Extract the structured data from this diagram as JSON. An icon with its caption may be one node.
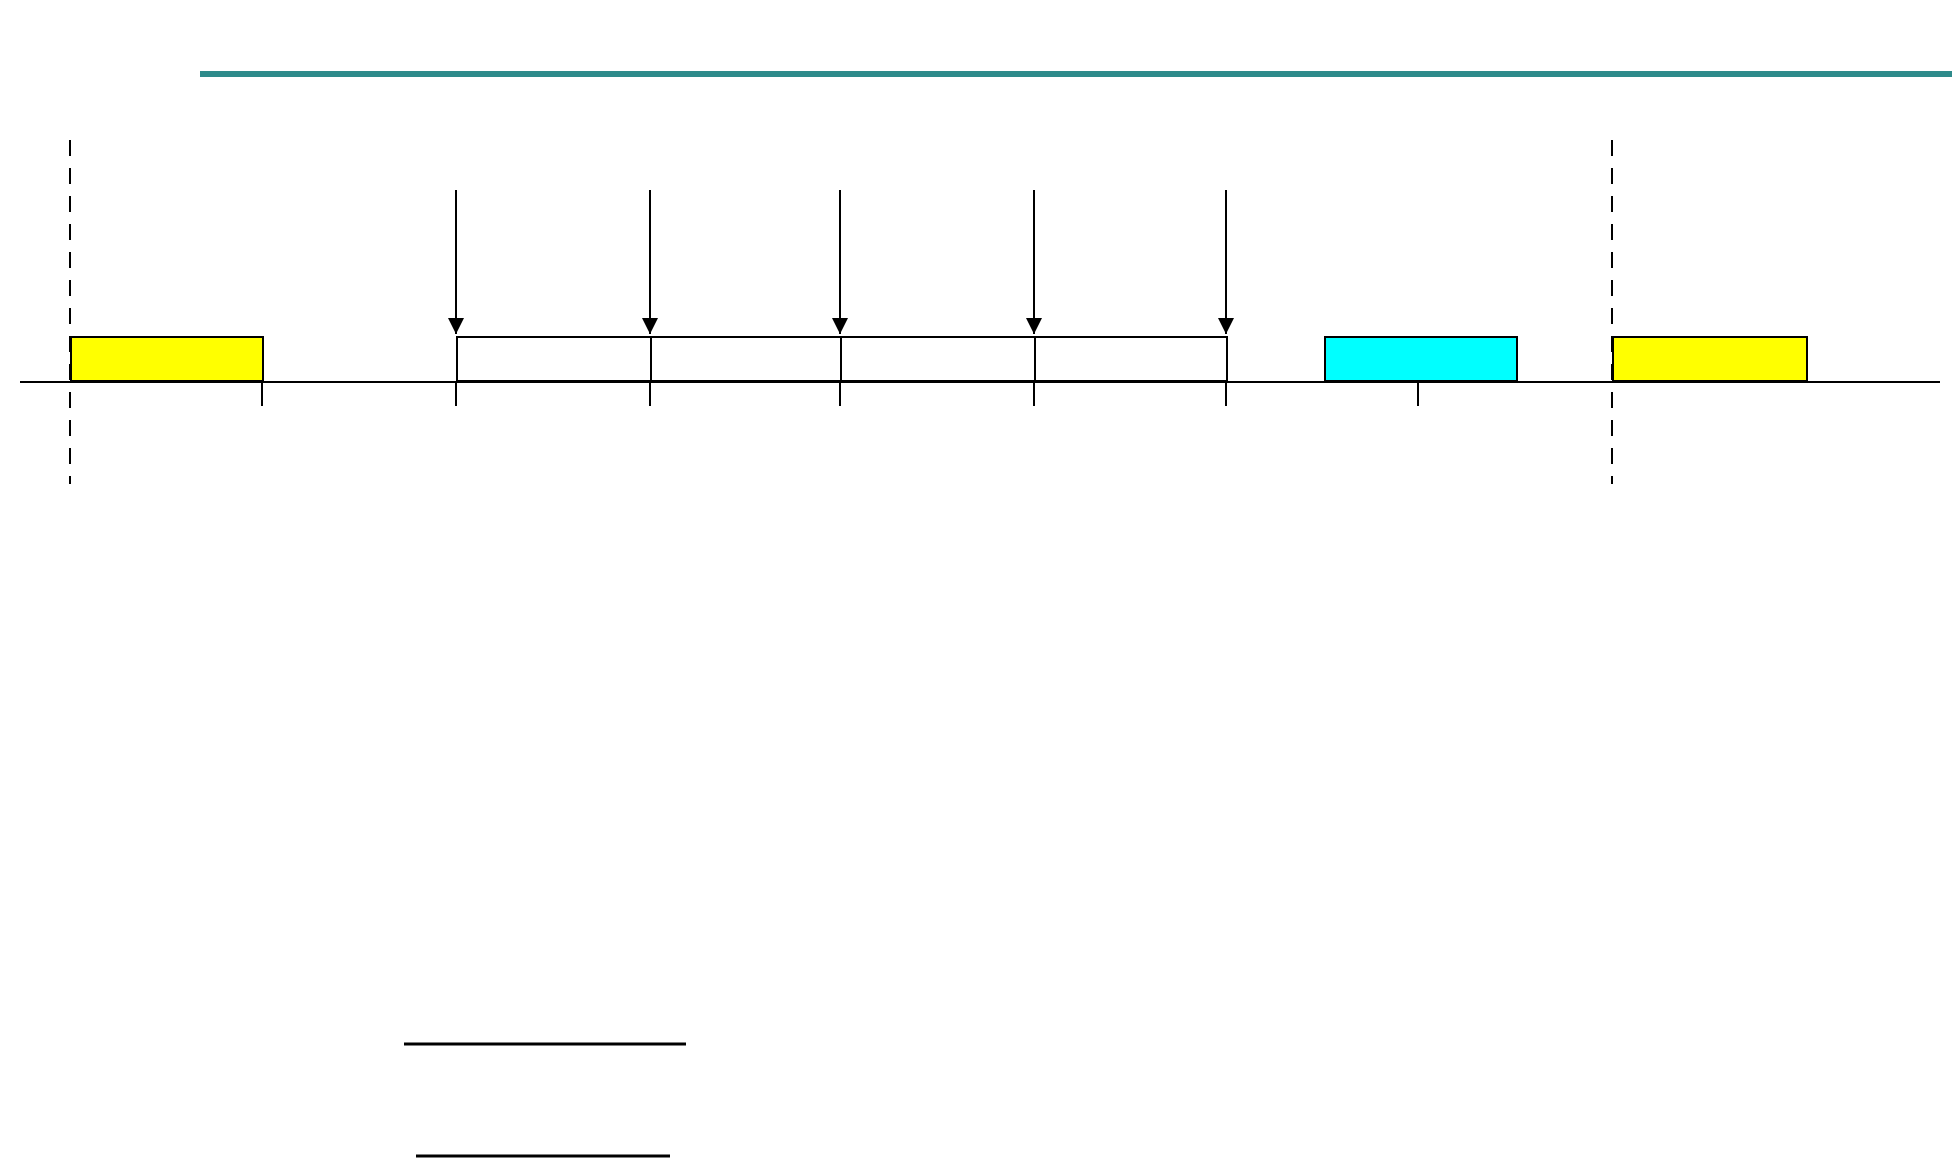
{
  "diagram": {
    "nodes": [
      {
        "text": [],
        "shape": "box"
      },
      {
        "text": [],
        "shape": "box"
      },
      {
        "text": [],
        "shape": "box"
      },
      {
        "text": [],
        "shape": "box"
      },
      {
        "text": [],
        "shape": "box"
      },
      {
        "text": [],
        "shape": "box"
      },
      {
        "text": [],
        "shape": "box"
      }
    ],
    "edges": [
      {
        "from": null,
        "to": 1,
        "arrow": "to"
      },
      {
        "from": null,
        "to": 2,
        "arrow": "to"
      },
      {
        "from": null,
        "to": 3,
        "arrow": "to"
      },
      {
        "from": null,
        "to": 4,
        "arrow": "to"
      },
      {
        "from": null,
        "to": 4,
        "arrow": "to"
      }
    ]
  }
}
